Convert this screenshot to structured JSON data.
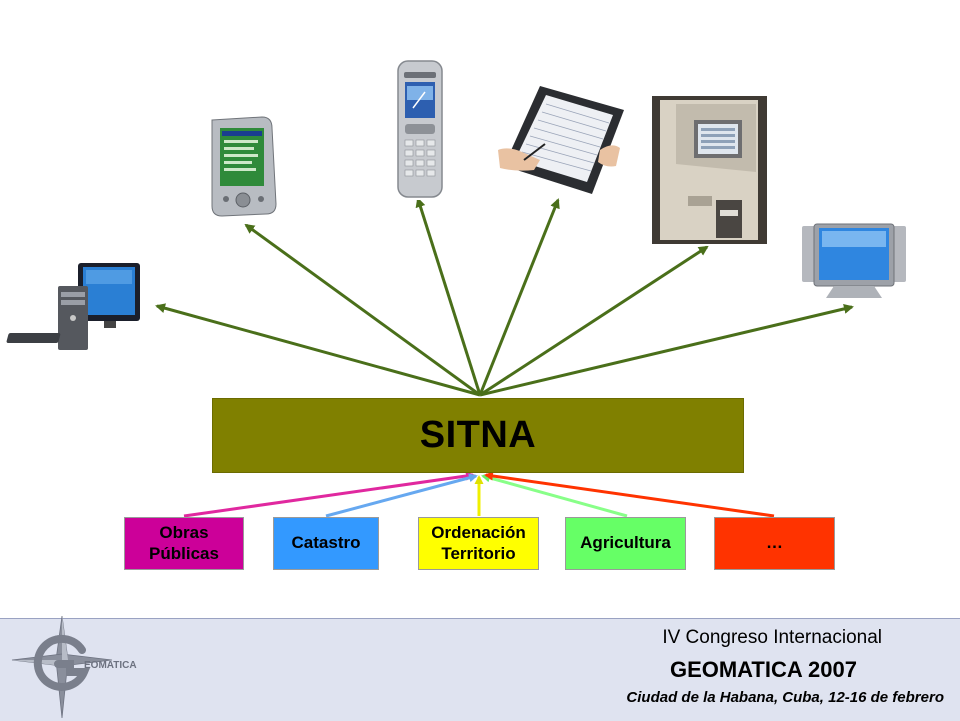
{
  "colors": {
    "arrow_out": "#4a6f1a",
    "sitna_fill": "#808000",
    "source_fills": [
      "#cc0099",
      "#3399ff",
      "#ffff00",
      "#66ff66",
      "#ff3300"
    ],
    "source_arrows": [
      "#e0289f",
      "#66a8f0",
      "#f0f000",
      "#88ff88",
      "#ff3300"
    ],
    "footer_bg": "#dfe3f0"
  },
  "center": {
    "label": "SITNA"
  },
  "devices": [
    {
      "name": "desktop-computer-icon"
    },
    {
      "name": "pda-icon"
    },
    {
      "name": "mobile-phone-icon"
    },
    {
      "name": "tablet-pc-icon"
    },
    {
      "name": "kiosk-terminal-icon"
    },
    {
      "name": "flat-tv-icon"
    }
  ],
  "sources": [
    {
      "label_lines": [
        "Obras",
        "Públicas"
      ]
    },
    {
      "label_lines": [
        "Catastro"
      ]
    },
    {
      "label_lines": [
        "Ordenación",
        "Territorio"
      ]
    },
    {
      "label_lines": [
        "Agricultura"
      ]
    },
    {
      "label_lines": [
        "…"
      ]
    }
  ],
  "footer": {
    "line1": "IV Congreso Internacional",
    "line2": "GEOMATICA 2007",
    "line3": "Ciudad de la Habana, Cuba, 12-16 de febrero",
    "logo_text": "EOMATICA"
  }
}
